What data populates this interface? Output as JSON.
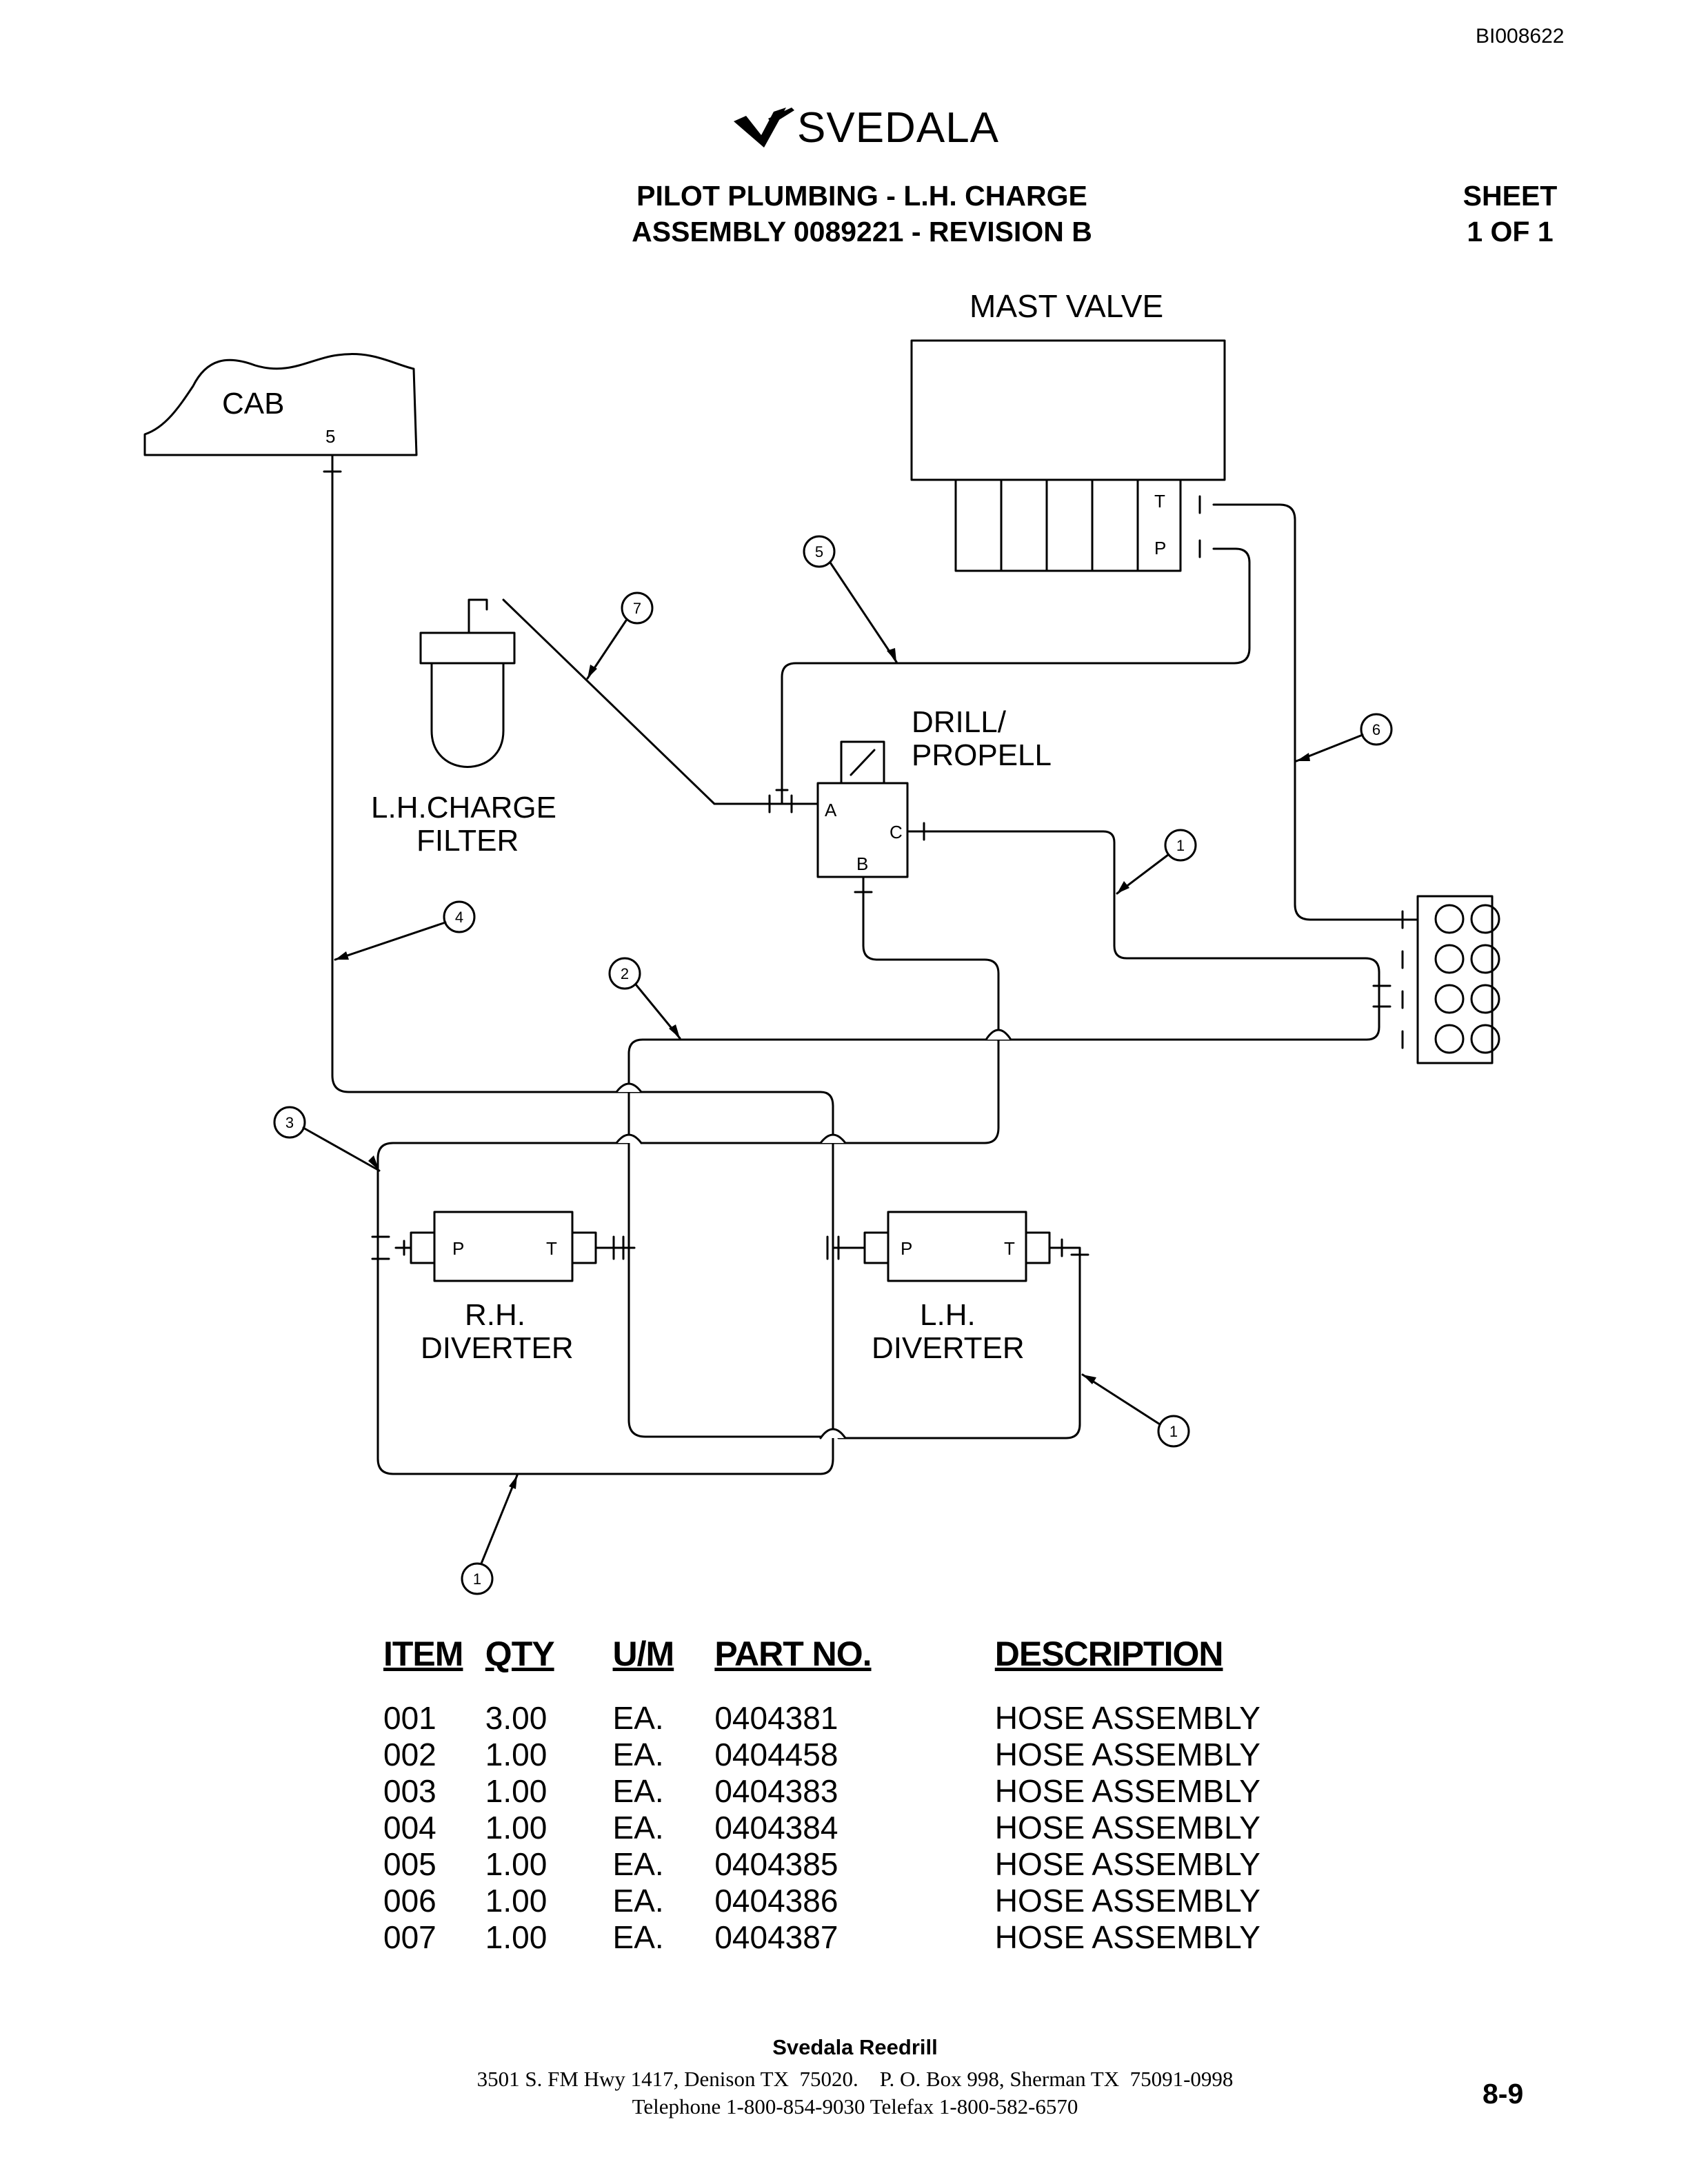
{
  "header": {
    "doc_id": "BI008622",
    "logo_text": "SVEDALA",
    "title_line1": "PILOT PLUMBING - L.H. CHARGE",
    "title_line2": "ASSEMBLY 0089221 - REVISION B",
    "sheet_line1": "SHEET",
    "sheet_line2": "1 OF 1"
  },
  "diagram": {
    "labels": {
      "mast_valve": "MAST VALVE",
      "cab": "CAB",
      "cab_port": "5",
      "drill_propell_1": "DRILL/",
      "drill_propell_2": "PROPELL",
      "filter_1": "L.H.CHARGE",
      "filter_2": "FILTER",
      "rh_diverter_1": "R.H.",
      "rh_diverter_2": "DIVERTER",
      "lh_diverter_1": "L.H.",
      "lh_diverter_2": "DIVERTER"
    },
    "ports": {
      "mast_t": "T",
      "mast_p": "P",
      "valve_a": "A",
      "valve_b": "B",
      "valve_c": "C",
      "rh_p": "P",
      "rh_t": "T",
      "lh_p": "P",
      "lh_t": "T"
    },
    "callouts": [
      "5",
      "7",
      "6",
      "1",
      "4",
      "2",
      "3",
      "1",
      "1"
    ]
  },
  "parts_table": {
    "headers": [
      "ITEM",
      "QTY",
      "U/M",
      "PART NO.",
      "DESCRIPTION"
    ],
    "rows": [
      [
        "001",
        "3.00",
        "EA.",
        "0404381",
        "HOSE ASSEMBLY"
      ],
      [
        "002",
        "1.00",
        "EA.",
        "0404458",
        "HOSE ASSEMBLY"
      ],
      [
        "003",
        "1.00",
        "EA.",
        "0404383",
        "HOSE ASSEMBLY"
      ],
      [
        "004",
        "1.00",
        "EA.",
        "0404384",
        "HOSE ASSEMBLY"
      ],
      [
        "005",
        "1.00",
        "EA.",
        "0404385",
        "HOSE ASSEMBLY"
      ],
      [
        "006",
        "1.00",
        "EA.",
        "0404386",
        "HOSE ASSEMBLY"
      ],
      [
        "007",
        "1.00",
        "EA.",
        "0404387",
        "HOSE ASSEMBLY"
      ]
    ]
  },
  "footer": {
    "company": "Svedala Reedrill",
    "address_line1": "3501 S. FM Hwy 1417, Denison TX  75020.    P. O. Box 998, Sherman TX  75091-0998",
    "address_line2": "Telephone 1-800-854-9030 Telefax 1-800-582-6570",
    "page_number": "8-9"
  }
}
